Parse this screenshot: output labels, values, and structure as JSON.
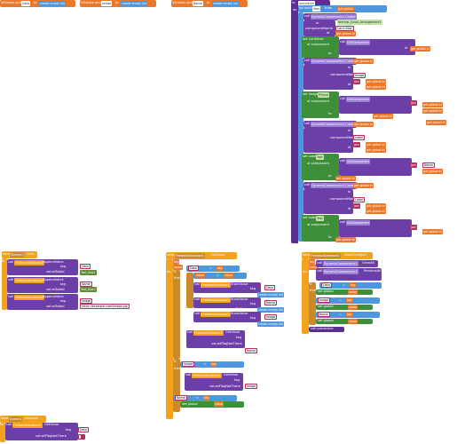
{
  "globals": [
    {
      "keyword": "initialize global",
      "name": "Data",
      "op": "to",
      "value": "create empty list"
    },
    {
      "keyword": "initialize global",
      "name": "Image",
      "op": "to",
      "value": "create empty list"
    },
    {
      "keyword": "initialize global",
      "name": "Name",
      "op": "to",
      "value": "create empty list"
    }
  ],
  "main_proc": {
    "header": "to",
    "name": "procedure",
    "do": "do",
    "for_each": "for each",
    "item": "item",
    "from": "from",
    "to": "to",
    "by": "by",
    "list_label": "get global",
    "create_call": "call",
    "create_method": "DynamicComponents1.Create",
    "in": "in",
    "componentName": "componentName",
    "id": "id",
    "set_card": "set CardView",
    "of_component": "of component",
    "to_label": "to",
    "get_component": "GetComponent",
    "get_global_id": "get global id",
    "set_image": "set Image",
    "picture": "Picture",
    "set_label": "set Label",
    "text": "Text",
    "join": "join",
    "vertical_arr": "Vertical_Scroll_Arrangement1",
    "card_view": "Card View",
    "image_str": "Image",
    "label_str": "Label",
    "name_str": "Name"
  },
  "button1": {
    "when": "when",
    "button": "Button1",
    "event": "Click",
    "do": "do",
    "call": "call",
    "db": "FirebaseDatabase1",
    "append": "AppendValue",
    "tag": "tag",
    "value_to_add": "valueToAdd",
    "tag_value_1": "Data",
    "val_1": "Text_Box1",
    "tag_value_2": "Name",
    "val_2": "Text_Box2",
    "tag_value_3": "Image",
    "url": "https://example.com/image.jpg"
  },
  "got_value": {
    "when": "when",
    "db": "FirebaseDatabase1",
    "event": "GotValue",
    "tag": "tag",
    "value": "value",
    "do": "do",
    "if": "if",
    "then": "then",
    "compare": "=",
    "tag_data": "Data",
    "store_value": "StoreValue",
    "value_to_store": "valueToStore",
    "create_empty": "create empty list",
    "get_value": "GetValue",
    "value_if_tag_not_there": "valueIfTagNotThere",
    "tag_name": "Name",
    "tag_image": "Image"
  },
  "data_changed": {
    "when": "when",
    "db": "FirebaseDatabase1",
    "event": "DataChanged",
    "tag": "tag",
    "value": "value",
    "do": "do",
    "call_clear": "ClearAll",
    "call_remove": "RemoveAll",
    "dyn": "DynamicComponents1",
    "if": "if",
    "then": "then",
    "set_global": "set global",
    "tag_data": "Data",
    "tag_image": "Image",
    "tag_name": "Name",
    "call_proc": "call procedure"
  },
  "bottom": {
    "when": "when",
    "screen": "Screen1",
    "event": "Initialize",
    "do": "do",
    "call": "call",
    "db": "FirebaseDatabase1",
    "get_value": "GetValue",
    "tag": "tag",
    "tag_value": "Data",
    "value_if": "valueIfTagNotThere",
    "empty": ""
  },
  "colors": {
    "global_orange": "#e8782b",
    "list_blue": "#4c97e0",
    "purple": "#6c3fa8",
    "green": "#3d8f3a",
    "event_orange": "#f2a21b",
    "text_red": "#b32d5e",
    "db_yellow": "#f2a21b"
  }
}
